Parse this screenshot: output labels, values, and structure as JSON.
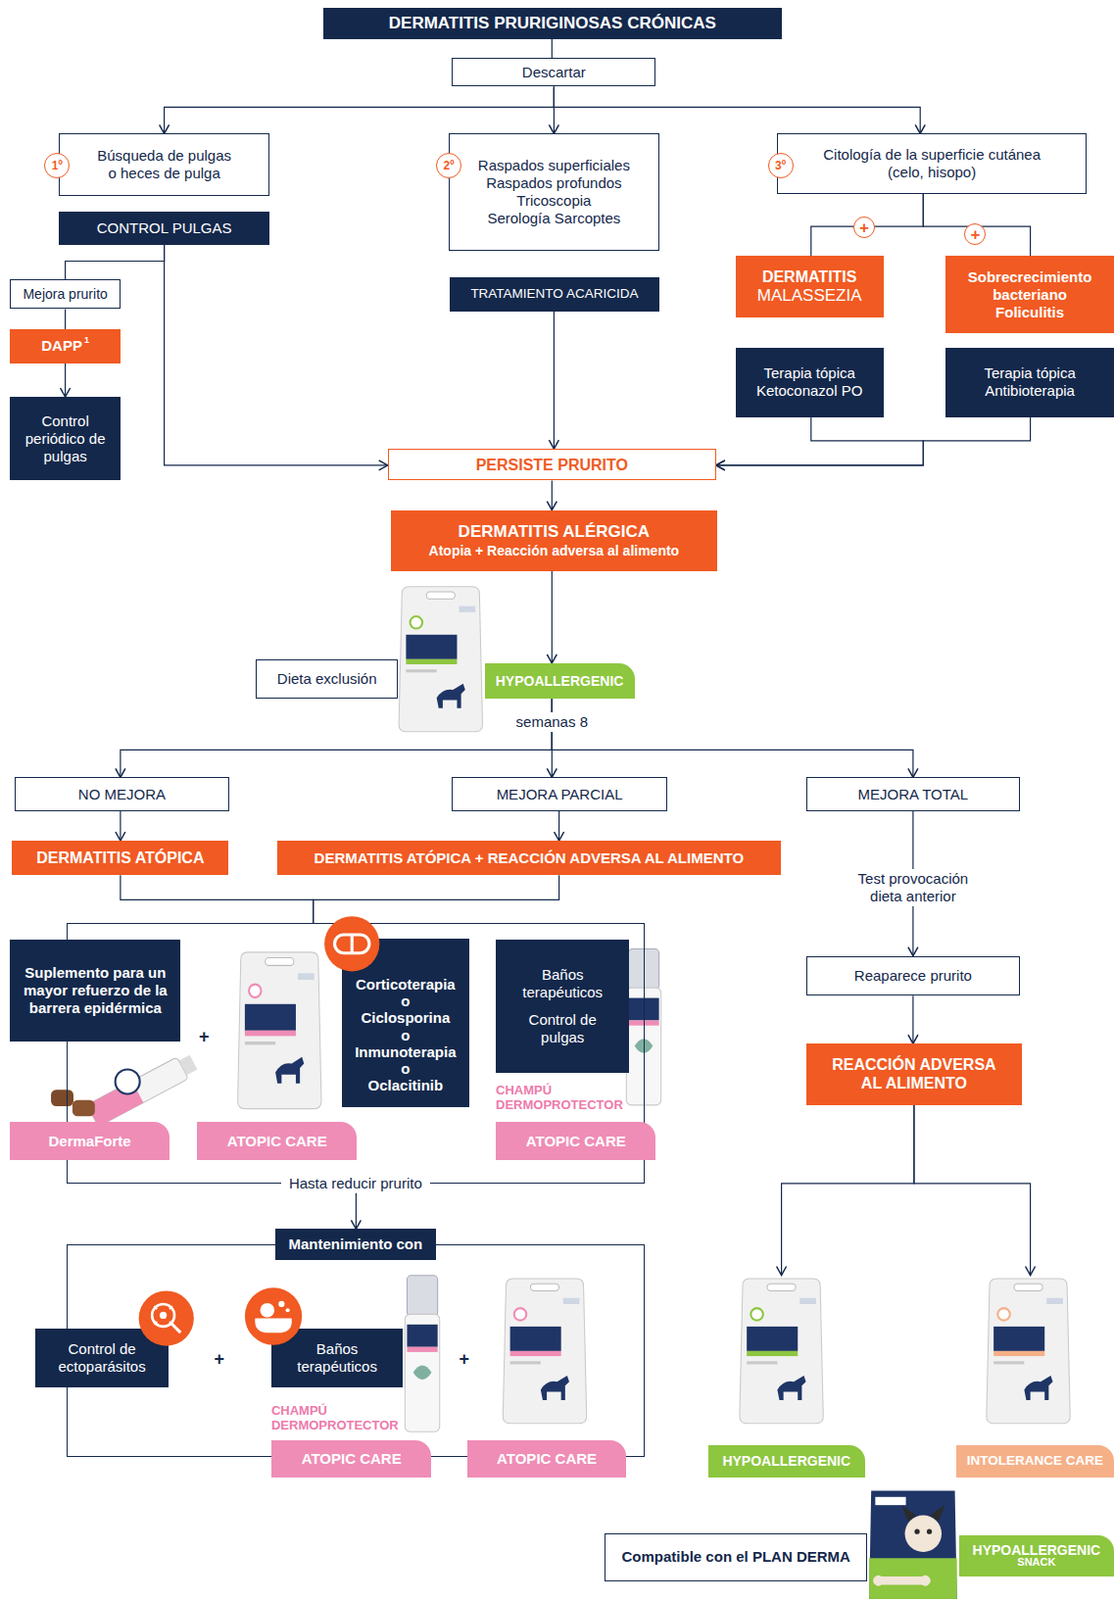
{
  "diagram": {
    "nodes": [
      {
        "text": [
          "DERMATITIS PRURIGINOSAS CRÓNICAS"
        ]
      },
      {
        "text": [
          "Descartar"
        ]
      },
      {
        "text": [
          "Búsqueda de pulgas o heces de pulga"
        ]
      },
      {
        "text": [
          "CONTROL PULGAS"
        ]
      },
      {
        "text": [
          "Raspados superficiales",
          "Raspados profundos",
          "Tricoscopia",
          "Serología Sarcoptes"
        ]
      },
      {
        "text": [
          "TRATAMIENTO ACARICIDA"
        ]
      },
      {
        "text": [
          "Citología de la superficie cutánea",
          "(celo, hisopo)"
        ]
      },
      {
        "text": [
          "Mejora prurito"
        ]
      },
      {
        "text": [
          "DAPP",
          "1"
        ]
      },
      {
        "text": [
          "Control periódico de pulgas"
        ]
      },
      {
        "text": [
          "DERMATITIS",
          "MALASSEZIA"
        ]
      },
      {
        "text": [
          "Sobrecrecimiento bacteriano Foliculitis"
        ]
      },
      {
        "text": [
          "Terapia tópica",
          "Ketoconazol PO"
        ]
      },
      {
        "text": [
          "Terapia tópica",
          "Antibioterapia"
        ]
      },
      {
        "text": [
          "PERSISTE PRURITO"
        ]
      },
      {
        "text": [
          "DERMATITIS ALÉRGICA",
          "Atopia + Reacción adversa al alimento"
        ]
      },
      {
        "text": [
          "Dieta exclusión"
        ]
      },
      {
        "text": [
          "HYPOALLERGENIC"
        ]
      },
      {
        "text": [
          "NO MEJORA"
        ]
      },
      {
        "text": [
          "MEJORA PARCIAL"
        ]
      },
      {
        "text": [
          "MEJORA TOTAL"
        ]
      },
      {
        "text": [
          "DERMATITIS ATÓPICA"
        ]
      },
      {
        "text": [
          "DERMATITIS ATÓPICA + REACCIÓN ADVERSA AL ALIMENTO"
        ]
      },
      {
        "text": [
          "Reaparece prurito"
        ]
      },
      {
        "text": [
          "REACCIÓN ADVERSA AL ALIMENTO"
        ]
      },
      {
        "text": [
          "Hasta reducir prurito"
        ]
      },
      {
        "text": [
          "Suplemento para un mayor refuerzo de la barrera epidérmica"
        ],
        "in": 25
      },
      {
        "text": [
          "DermaForte"
        ],
        "in": 25
      },
      {
        "text": [
          "ATOPIC CARE"
        ],
        "in": 25
      },
      {
        "text": [
          "Corticoterapia",
          "o",
          "Ciclosporina",
          "o",
          "Inmunoterapia",
          "o",
          "Oclacitinib"
        ],
        "in": 25
      },
      {
        "text": [
          "Baños terapéuticos",
          "Control de pulgas"
        ],
        "in": 25
      },
      {
        "text": [
          "ATOPIC CARE"
        ],
        "in": 25
      },
      {
        "text": [
          "Mantenimiento con"
        ]
      },
      {
        "text": [
          "Control de ectoparásitos"
        ],
        "in": 32
      },
      {
        "text": [
          "Baños terapéuticos"
        ],
        "in": 32
      },
      {
        "text": [
          "ATOPIC CARE"
        ],
        "in": 32
      },
      {
        "text": [
          "ATOPIC CARE"
        ],
        "in": 32
      },
      {
        "text": [
          "HYPOALLERGENIC"
        ]
      },
      {
        "text": [
          "INTOLERANCE CARE"
        ]
      },
      {
        "text": [
          "Compatible con el PLAN DERMA"
        ]
      },
      {
        "text": [
          "HYPOALLERGENIC",
          "SNACK"
        ]
      }
    ],
    "edges": [
      {
        "from": 0,
        "to": 1,
        "arrow": "none"
      },
      {
        "from": 1,
        "to": 2,
        "arrow": "to"
      },
      {
        "from": 1,
        "to": 4,
        "arrow": "to"
      },
      {
        "from": 1,
        "to": 6,
        "arrow": "to"
      },
      {
        "from": 3,
        "to": 7,
        "arrow": "none"
      },
      {
        "from": 3,
        "to": 14,
        "arrow": "to"
      },
      {
        "from": 7,
        "to": 8,
        "arrow": "none"
      },
      {
        "from": 8,
        "to": 9,
        "arrow": "to"
      },
      {
        "from": 5,
        "to": 14,
        "arrow": "to"
      },
      {
        "from": 6,
        "to": 10,
        "arrow": "none"
      },
      {
        "from": 6,
        "to": 11,
        "arrow": "none"
      },
      {
        "from": 12,
        "to": 14,
        "arrow": "to"
      },
      {
        "from": 13,
        "to": 14,
        "arrow": "to"
      },
      {
        "from": 14,
        "to": 15,
        "arrow": "to"
      },
      {
        "from": 15,
        "to": 17,
        "arrow": "to"
      },
      {
        "from": 17,
        "to": 18,
        "arrow": "to"
      },
      {
        "from": 17,
        "to": 19,
        "label": "semanas 8",
        "arrow": "to"
      },
      {
        "from": 17,
        "to": 20,
        "arrow": "to"
      },
      {
        "from": 18,
        "to": 21,
        "arrow": "to"
      },
      {
        "from": 19,
        "to": 22,
        "arrow": "to"
      },
      {
        "from": 20,
        "to": 23,
        "label": "Test provocación dieta anterior",
        "arrow": "to"
      },
      {
        "from": 23,
        "to": 24,
        "arrow": "to"
      },
      {
        "from": 21,
        "to": 25,
        "arrow": "none"
      },
      {
        "from": 22,
        "to": 25,
        "arrow": "none"
      },
      {
        "from": 25,
        "to": 32,
        "arrow": "to"
      },
      {
        "from": 24,
        "to": 37,
        "arrow": "to"
      },
      {
        "from": 24,
        "to": 38,
        "arrow": "to"
      }
    ],
    "labels": [
      "1º",
      "2º",
      "3º",
      "+",
      "+",
      "+",
      "CHAMPÚ DERMOPROTECTOR",
      "+",
      "+",
      "CHAMPÚ DERMOPROTECTOR"
    ]
  }
}
